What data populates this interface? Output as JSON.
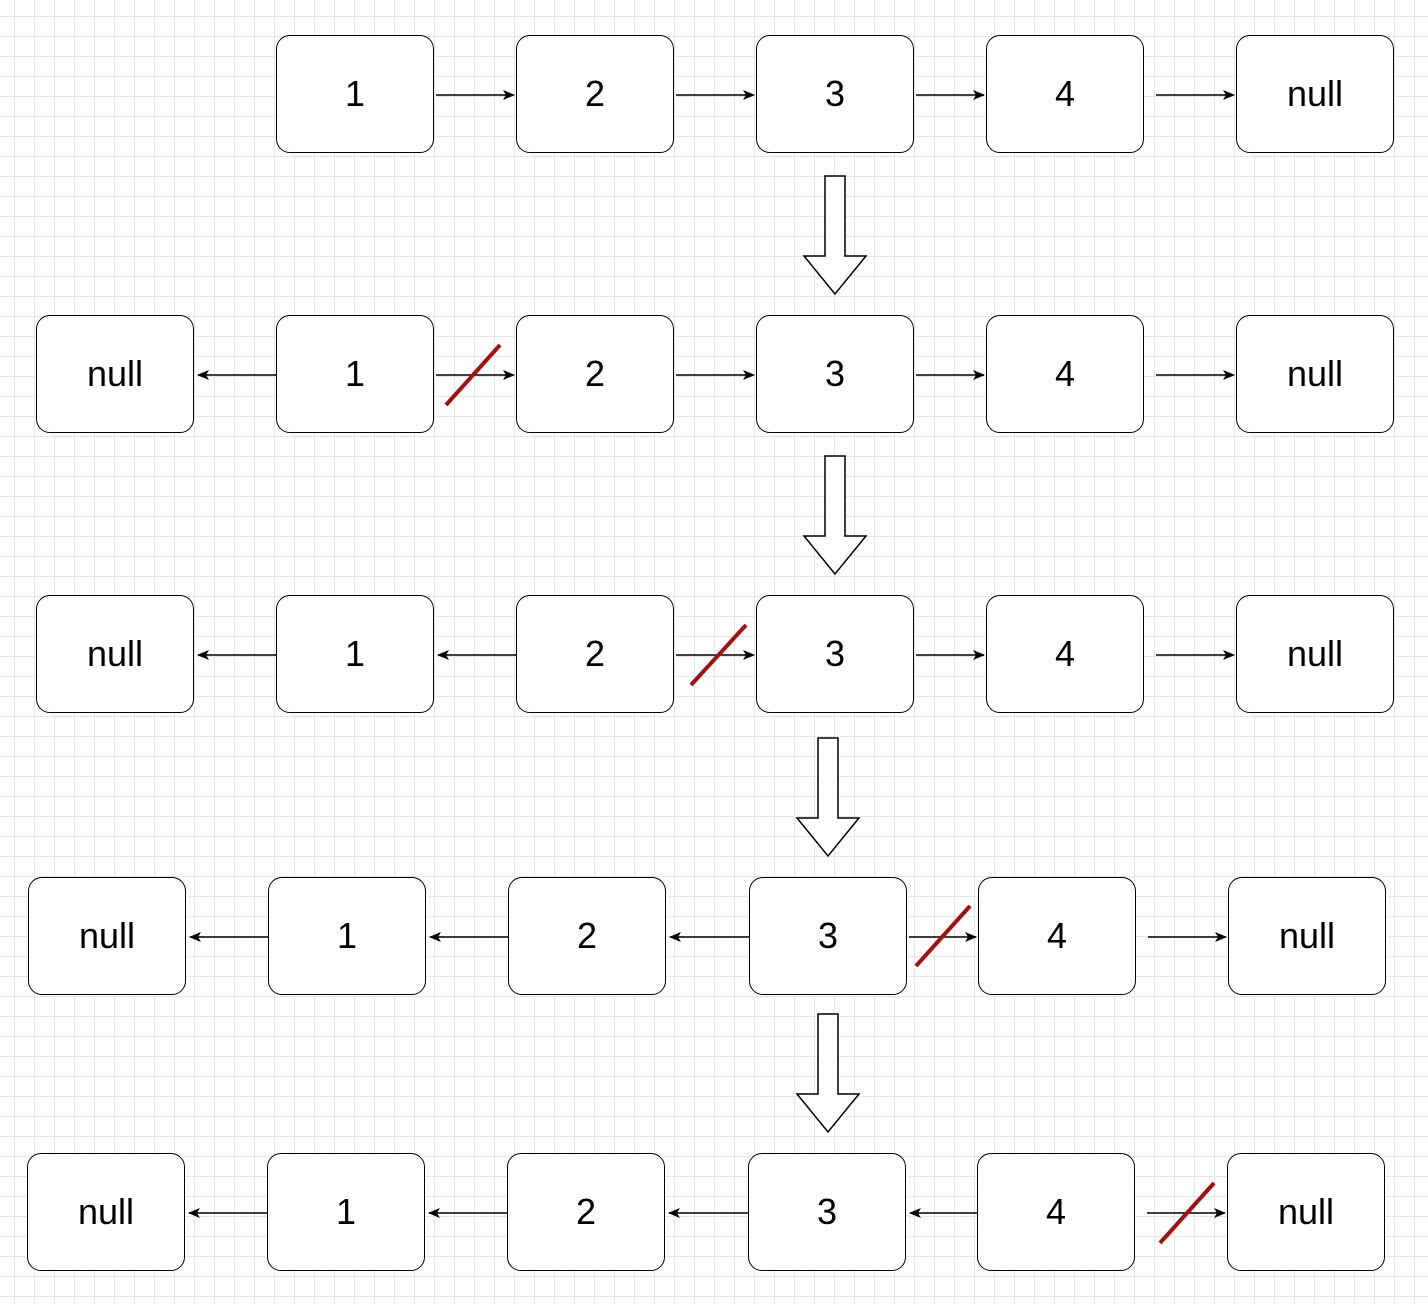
{
  "rows": [
    {
      "nodes": [
        "1",
        "2",
        "3",
        "4",
        "null"
      ]
    },
    {
      "nodes": [
        "null",
        "1",
        "2",
        "3",
        "4",
        "null"
      ]
    },
    {
      "nodes": [
        "null",
        "1",
        "2",
        "3",
        "4",
        "null"
      ]
    },
    {
      "nodes": [
        "null",
        "1",
        "2",
        "3",
        "4",
        "null"
      ]
    },
    {
      "nodes": [
        "null",
        "1",
        "2",
        "3",
        "4",
        "null"
      ]
    }
  ],
  "colors": {
    "node_border": "#000000",
    "node_fill": "#ffffff",
    "arrow": "#000000",
    "cut_mark": "#a50f0f",
    "grid": "#e6e6e6"
  }
}
